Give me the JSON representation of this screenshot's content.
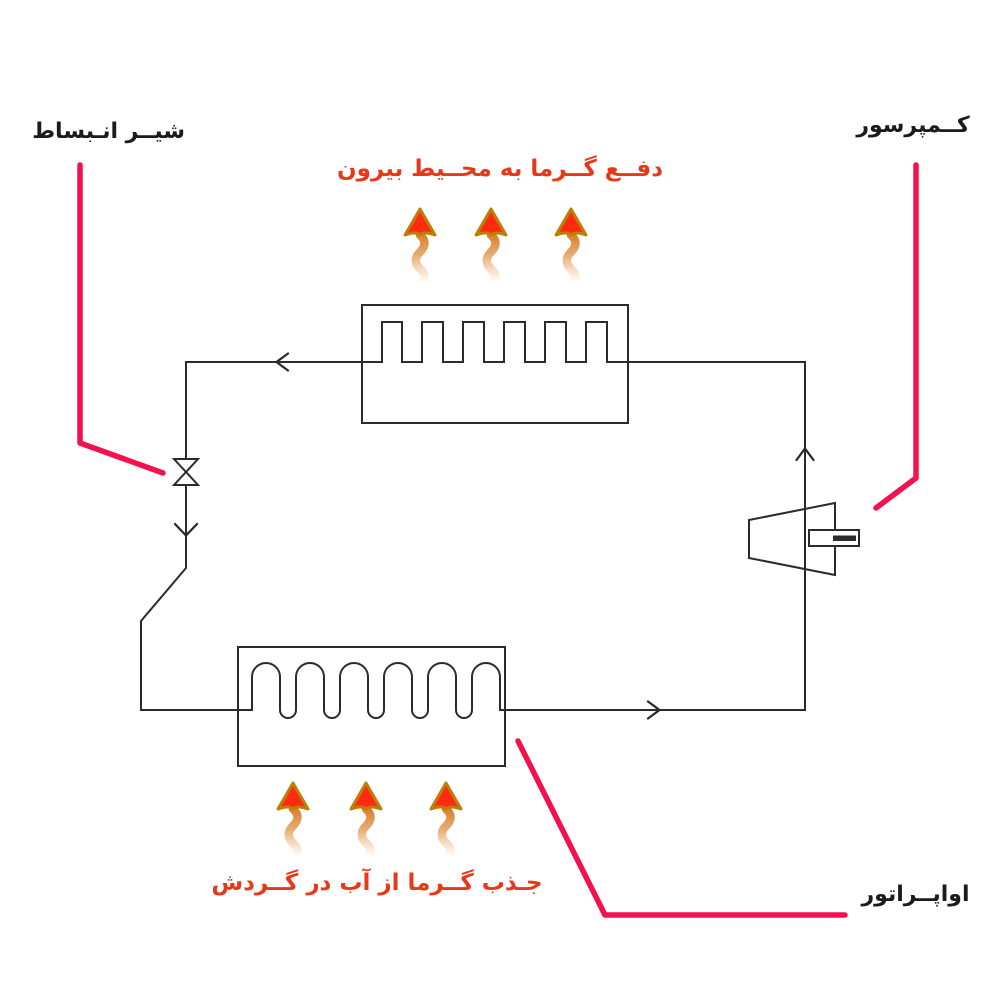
{
  "diagram": {
    "type": "refrigeration-cycle-schematic",
    "labels": {
      "expansion_valve": "شیــر انـبساط",
      "compressor": "کــمپرسور",
      "evaporator": "اواپــراتور",
      "heat_rejection": "دفــع گــرما به محــیط بیرون",
      "heat_absorption": "جـذب گــرما از آب در گــردش"
    },
    "components": [
      {
        "name": "condenser-coil",
        "shape": "rect-with-square-wave"
      },
      {
        "name": "evaporator-coil",
        "shape": "rect-with-rounded-wave"
      },
      {
        "name": "compressor",
        "shape": "trapezoid-with-shaft"
      },
      {
        "name": "expansion-valve",
        "shape": "bowtie-valve"
      }
    ],
    "flow_arrows": [
      {
        "name": "flow-arrow-left-icon",
        "direction": "left"
      },
      {
        "name": "flow-arrow-down-icon",
        "direction": "down"
      },
      {
        "name": "flow-arrow-right-icon",
        "direction": "right"
      },
      {
        "name": "flow-arrow-up-icon",
        "direction": "up"
      }
    ],
    "heat_arrows": {
      "icon": "flame-arrow-up",
      "top_count": 3,
      "bottom_count": 3
    },
    "colors": {
      "line": "#2b2b2b",
      "annotation": "#F3114E",
      "heat_text": "#E8381A",
      "label_text": "#1b1b1b",
      "flame_fill": "#FF2B10",
      "flame_stroke": "#BE7F08",
      "flame_tail": "#D77318"
    }
  }
}
